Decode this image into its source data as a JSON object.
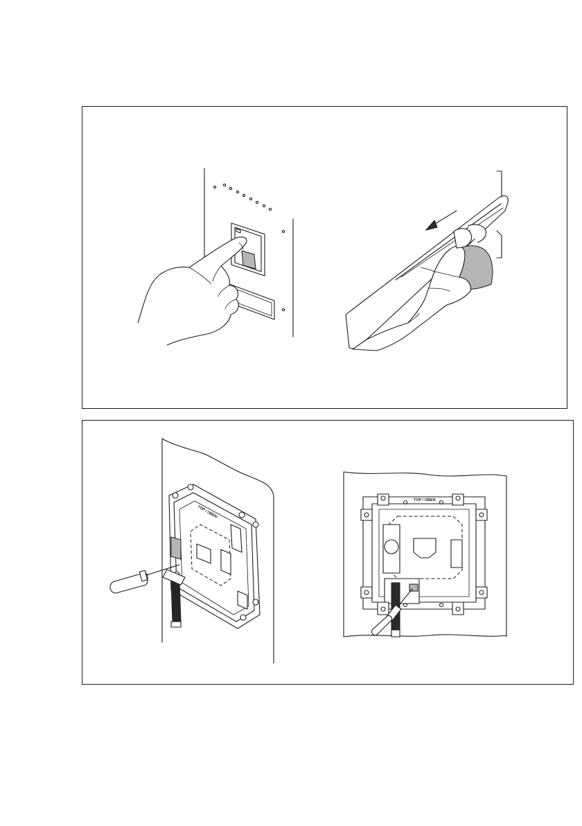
{
  "figures": {
    "top_panel": {
      "left_illustration": "hand pressing release button on door station panel",
      "right_illustration": "hand sliding off front cover in arrow direction"
    },
    "bottom_panel": {
      "left_illustration": "screwdriver loosening screw on surface-mounted module frame",
      "right_illustration": "front view of module frame with screwdriver at terminal",
      "frame_marking": "TOP / OBEN"
    }
  }
}
